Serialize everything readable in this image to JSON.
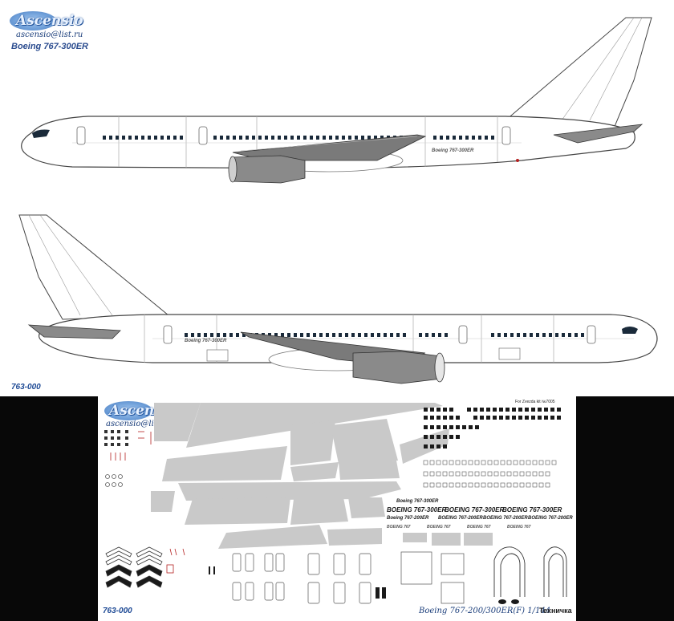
{
  "brand": {
    "name": "Ascensio",
    "email": "ascensio@list.ru"
  },
  "top_panel": {
    "model_title": "Boeing 767-300ER",
    "code": "763-000"
  },
  "fuselage_marking": "Boeing 767-300ER",
  "decal_sheet": {
    "kit_note": "For Zvezda kit №7005",
    "titles": [
      "Boeing 767-300ER",
      "BOEING 767-300ER",
      "BOEING 767-300ER",
      "BOEING 767-300ER",
      "Boeing 767-200ER",
      "BOEING 767-200ER",
      "BOEING 767-200ER",
      "BOEING 767-200ER",
      "BOEING 767",
      "BOEING 767",
      "BOEING 767",
      "BOEING 767"
    ],
    "footer_code": "763-000",
    "footer_title": "Boeing 767-200/300ER(F) 1/144",
    "footer_ru": "Техничка"
  },
  "colors": {
    "sheet_background": "#080808",
    "decal_grey": "#c9c9c9",
    "window_dark": "#1a2a3a",
    "brand_blue": "#2b4c8f"
  }
}
